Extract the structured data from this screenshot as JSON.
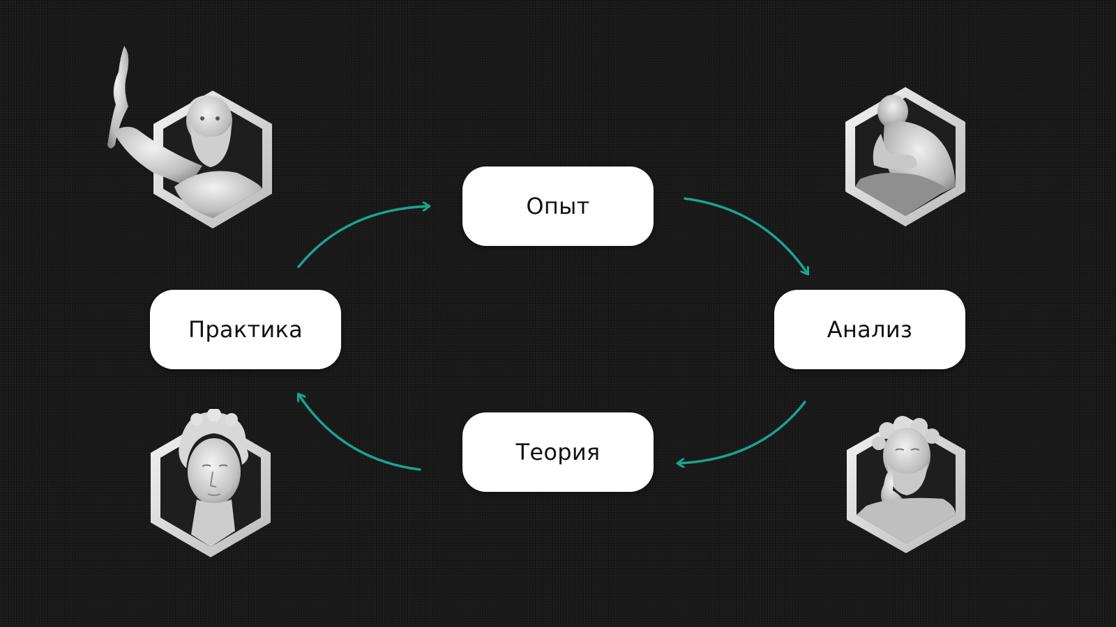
{
  "diagram": {
    "nodes": [
      {
        "id": "experience",
        "label": "Опыт"
      },
      {
        "id": "analysis",
        "label": "Анализ"
      },
      {
        "id": "theory",
        "label": "Теория"
      },
      {
        "id": "practice",
        "label": "Практика"
      }
    ],
    "edges": [
      {
        "from": "practice",
        "to": "experience"
      },
      {
        "from": "experience",
        "to": "analysis"
      },
      {
        "from": "analysis",
        "to": "theory"
      },
      {
        "from": "theory",
        "to": "practice"
      }
    ],
    "colors": {
      "background": "#1b1b1b",
      "node_fill": "#ffffff",
      "node_text": "#111111",
      "arrow": "#1aa58c"
    }
  },
  "statues": [
    {
      "id": "top-left",
      "icon": "zeus-statue-icon"
    },
    {
      "id": "top-right",
      "icon": "thinker-statue-icon"
    },
    {
      "id": "bottom-left",
      "icon": "apollo-statue-icon"
    },
    {
      "id": "bottom-right",
      "icon": "philosopher-statue-icon"
    }
  ]
}
